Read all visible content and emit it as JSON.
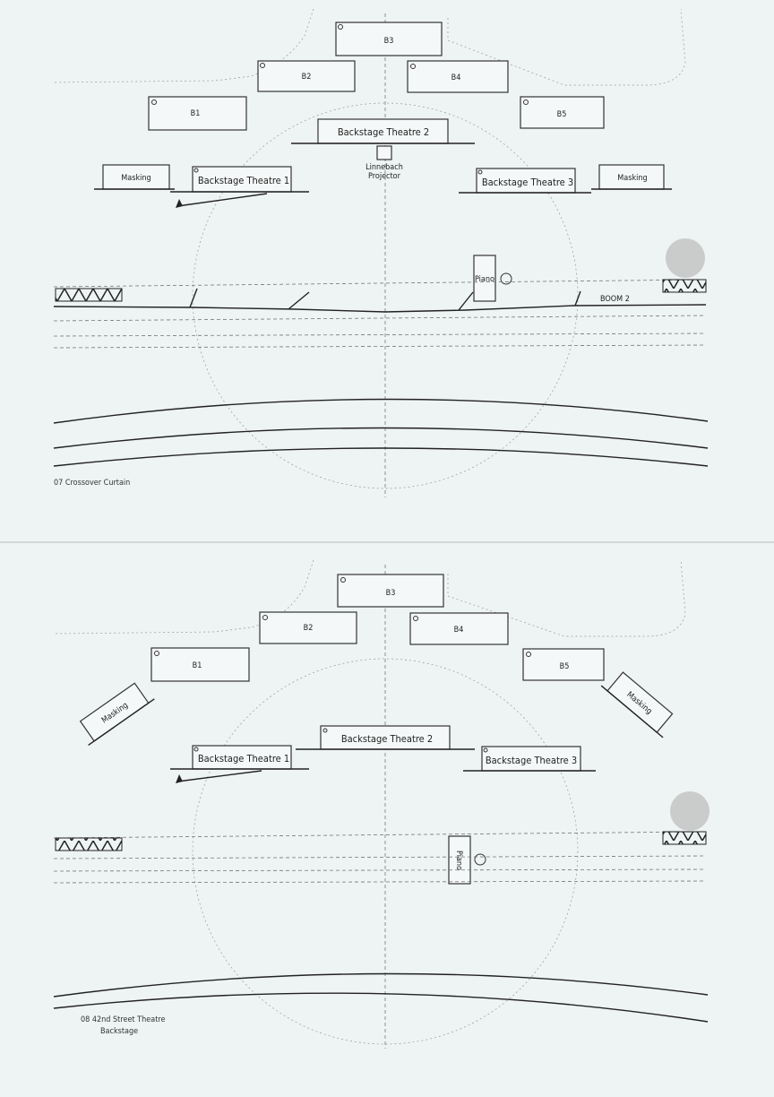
{
  "panels": [
    {
      "caption": [
        "07 Crossover Curtain"
      ],
      "labels": {
        "b1": "B1",
        "b2": "B2",
        "b3": "B3",
        "b4": "B4",
        "b5": "B5",
        "bt1": "Backstage Theatre 1",
        "bt2": "Backstage Theatre 2",
        "bt3": "Backstage Theatre 3",
        "masking_left": "Masking",
        "masking_right": "Masking",
        "projector": [
          "Linnebach",
          "Projector"
        ],
        "piano": "Piano",
        "boom": "BOOM 2"
      }
    },
    {
      "caption": [
        "08 42nd Street Theatre",
        "Backstage"
      ],
      "labels": {
        "b1": "B1",
        "b2": "B2",
        "b3": "B3",
        "b4": "B4",
        "b5": "B5",
        "bt1": "Backstage Theatre 1",
        "bt2": "Backstage Theatre 2",
        "bt3": "Backstage Theatre 3",
        "masking_left": "Masking",
        "masking_right": "Masking",
        "piano": "Piano"
      }
    }
  ]
}
